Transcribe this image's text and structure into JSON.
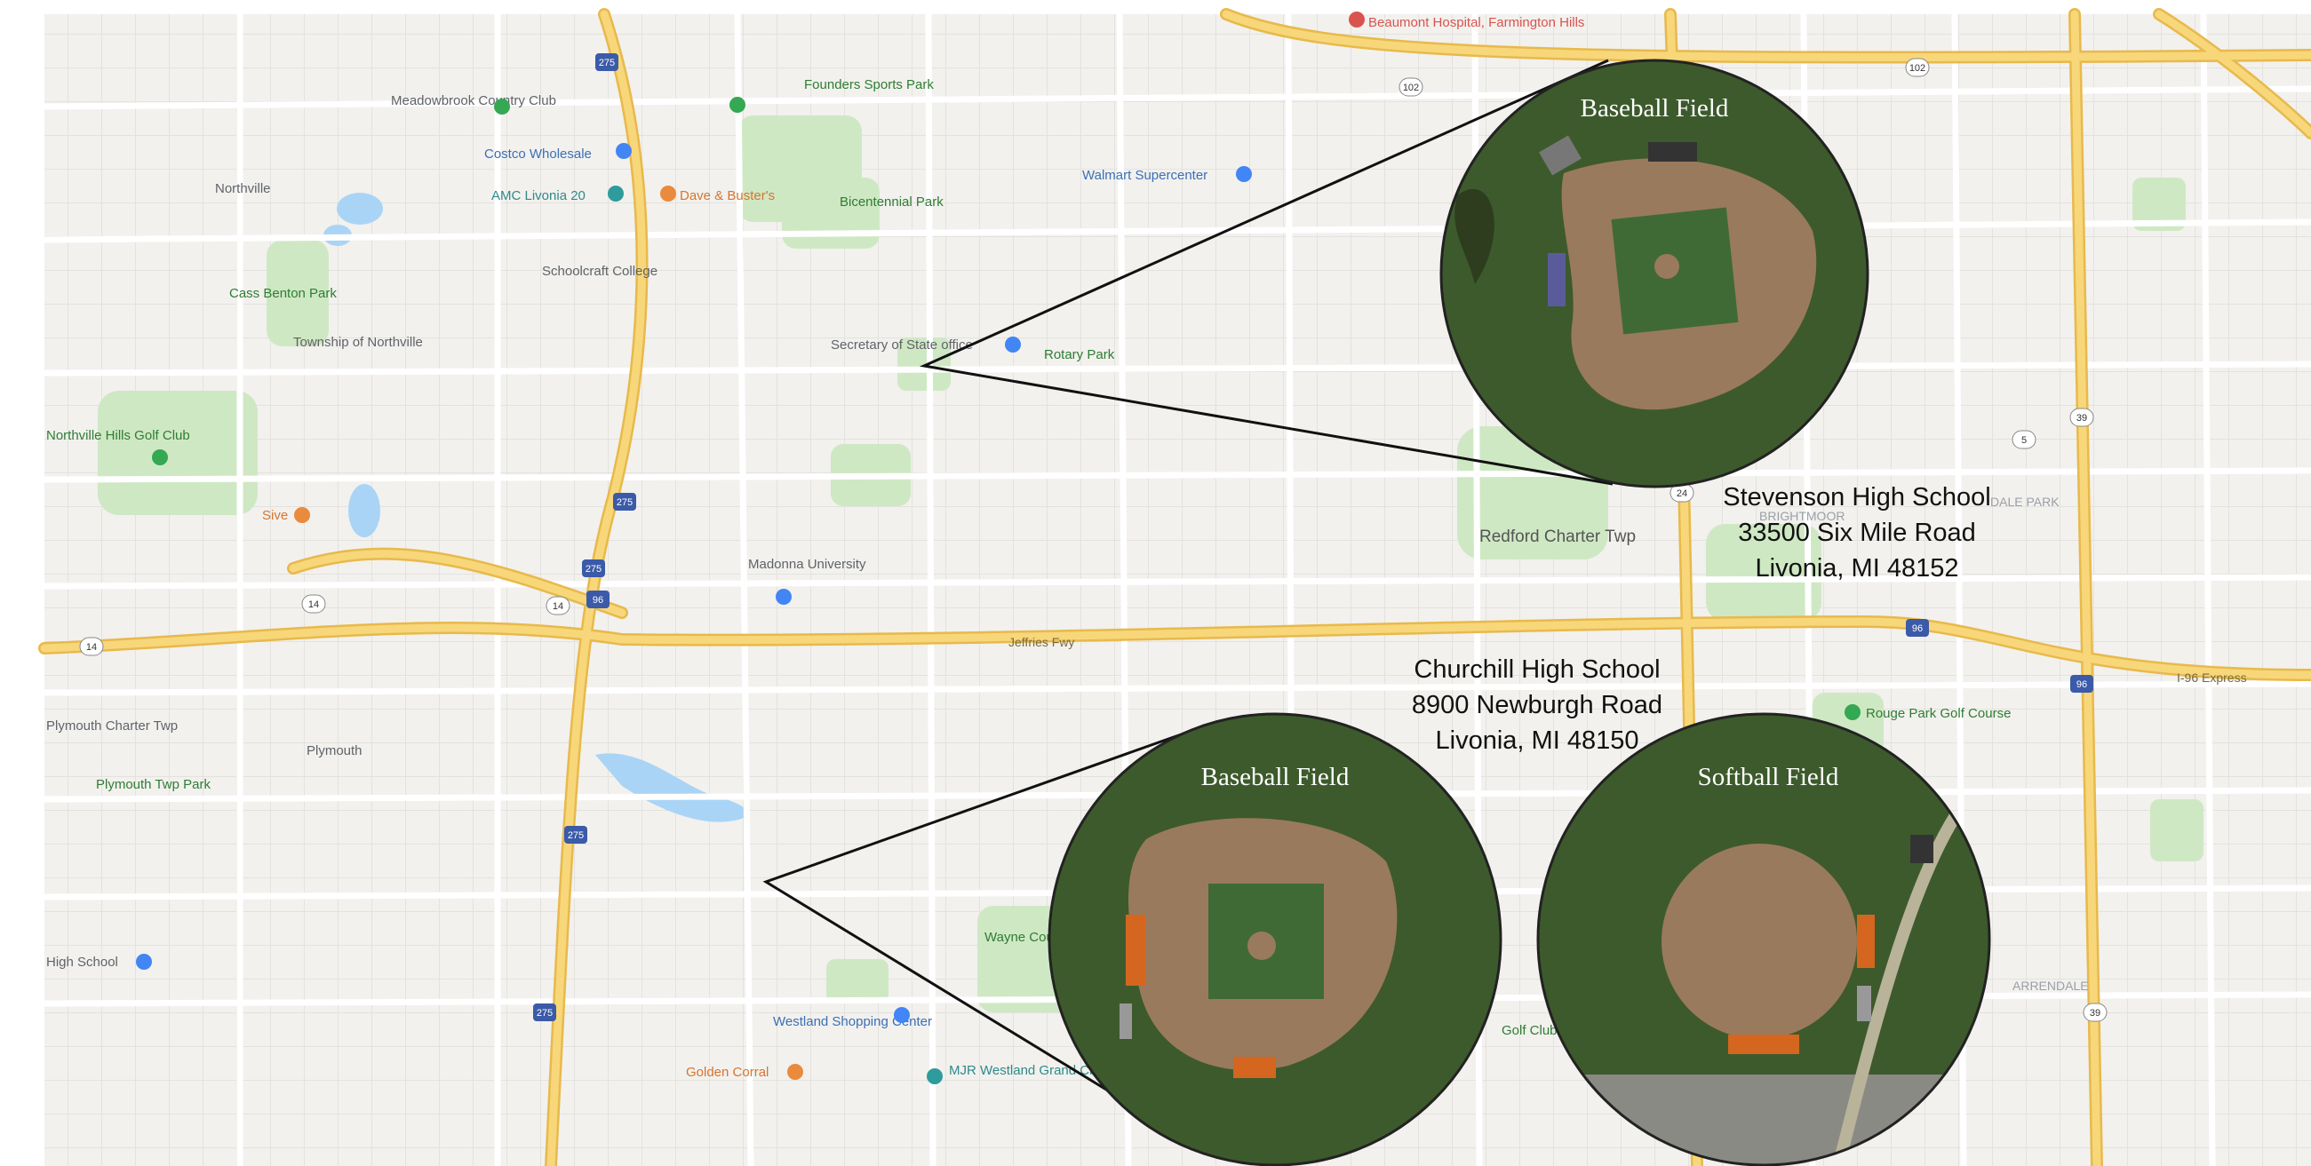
{
  "map": {
    "colors": {
      "land": "#f2f1ee",
      "park": "#cfe8c4",
      "water": "#aad4f5",
      "highway": "#f7d77a",
      "highway_edge": "#e8b94b",
      "road": "#ffffff",
      "poi_green": "#34a853",
      "poi_blue": "#4285f4",
      "poi_orange": "#ea8a3c",
      "grass": "#3d5a2c",
      "dirt": "#9a7a5c",
      "infield": "#3f6a36",
      "bleacher": "#d4661f"
    },
    "places": [
      "Meadowbrook Country Club",
      "Costco Wholesale",
      "Founders Sports Park",
      "Northville",
      "AMC Livonia 20",
      "Dave & Buster's",
      "Bicentennial Park",
      "Schoolcraft College",
      "Cass Benton Park",
      "Township of Northville",
      "Walmart Supercenter",
      "Secretary of State office",
      "Rotary Park",
      "Northville Hills Golf Club",
      "Sive",
      "Madonna University",
      "Redford Charter Twp",
      "Plymouth",
      "Plymouth Twp Park",
      "Plymouth Charter Twp",
      "High School",
      "Westland Shopping Center",
      "Golden Corral",
      "MJR Westland Grand Cinema 16",
      "Wayne County Parks",
      "Rouge Park Golf Course",
      "Jeffries Fwy",
      "I-96 Express",
      "Beaumont Hospital, Farmington Hills",
      "BRIGHTMOOR",
      "DALE PARK",
      "ARRENDALE",
      "Golf Club"
    ],
    "highway_shields": [
      "275",
      "275",
      "275",
      "275",
      "275",
      "14",
      "14",
      "14",
      "96",
      "96",
      "96",
      "24",
      "39",
      "39",
      "102",
      "102",
      "5"
    ]
  },
  "callouts": {
    "stevenson": {
      "field_label": "Baseball Field",
      "name": "Stevenson High School",
      "address_line1": "33500 Six Mile Road",
      "address_line2": "Livonia, MI 48152"
    },
    "churchill": {
      "baseball_label": "Baseball Field",
      "softball_label": "Softball Field",
      "name": "Churchill High School",
      "address_line1": "8900 Newburgh Road",
      "address_line2": "Livonia, MI 48150"
    }
  }
}
